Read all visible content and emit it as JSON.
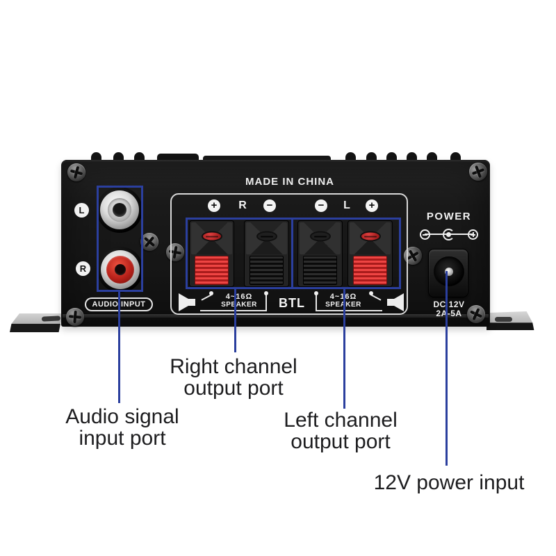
{
  "colors": {
    "annotation_blue": "#2b3f9e",
    "clip_red": "#d32f2f",
    "rca_red": "#b7211a"
  },
  "device": {
    "made_in": "MADE IN CHINA",
    "audio_input": {
      "badge": "AUDIO INPUT",
      "left_jack_label": "L",
      "right_jack_label": "R"
    },
    "speaker_section": {
      "markings": [
        "+",
        "R",
        "−",
        "−",
        "L",
        "+"
      ],
      "left_spec": {
        "impedance": "4~16Ω",
        "type": "SPEAKER"
      },
      "mode": "BTL",
      "right_spec": {
        "impedance": "4~16Ω",
        "type": "SPEAKER"
      }
    },
    "power_section": {
      "label": "POWER",
      "rating_line1": "DC 12V",
      "rating_line2": "2A-5A"
    }
  },
  "annotations": {
    "right_channel": {
      "line1": "Right channel",
      "line2": "output port"
    },
    "audio_input": {
      "line1": "Audio signal",
      "line2": "input port"
    },
    "left_channel": {
      "line1": "Left channel",
      "line2": "output port"
    },
    "power": {
      "line1": "12V power input"
    }
  },
  "icons": {
    "speaker_icon": "loudspeaker horn glyph",
    "screw_icon": "phillips screw head",
    "dc_polarity_icon": "center-positive DC polarity symbol"
  }
}
